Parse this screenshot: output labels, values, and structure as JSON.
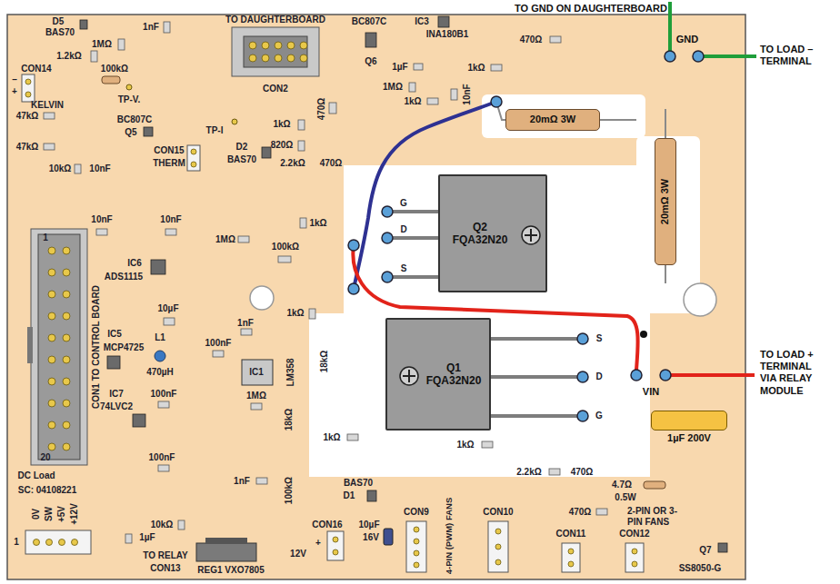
{
  "diagram": {
    "nodes": [
      {
        "text": [
          "Q2",
          "FQA32N20"
        ]
      },
      {
        "text": [
          "Q1",
          "FQA32N20"
        ]
      },
      {
        "text": [
          "20mΩ 3W"
        ]
      },
      {
        "text": [
          "20mΩ 3W"
        ]
      },
      {
        "text": [
          "1µF 200V"
        ]
      }
    ],
    "labels": [
      "TO GND ON DAUGHTERBOARD",
      "GND",
      "TO LOAD – TERMINAL",
      "TO LOAD + TERMINAL VIA RELAY MODULE",
      "VIN",
      "D5",
      "BAS70",
      "1MΩ",
      "1nF",
      "1.2kΩ",
      "CON14",
      "100kΩ",
      "–",
      "+",
      "KELVIN",
      "TP-V.",
      "BC807C",
      "Q5",
      "TO DAUGHTERBOARD",
      "CON2",
      "TP-I",
      "1kΩ",
      "820Ω",
      "470Ω",
      "BC807C",
      "Q6",
      "IC3",
      "INA180B1",
      "470Ω",
      "1µF",
      "1MΩ",
      "1kΩ",
      "1kΩ",
      "10nF",
      "47kΩ",
      "47kΩ",
      "CON15",
      "THERM",
      "10kΩ",
      "10nF",
      "D2",
      "BAS70",
      "2.2kΩ",
      "470Ω",
      "G",
      "D",
      "S",
      "10nF",
      "10nF",
      "1kΩ",
      "1MΩ",
      "100kΩ",
      "IC6",
      "ADS1115",
      "10µF",
      "1kΩ",
      "1nF",
      "100nF",
      "IC5",
      "MCP4725",
      "L1",
      "470µH",
      "IC1",
      "LM358",
      "18kΩ",
      "100nF",
      "1MΩ",
      "IC7",
      "74LVC2",
      "18kΩ",
      "1kΩ",
      "1kΩ",
      "DC Load",
      "SC: 04108221",
      "100nF",
      "1nF",
      "100kΩ",
      "BAS70",
      "D1",
      "2.2kΩ",
      "470Ω",
      "4.7Ω",
      "0.5W",
      "470Ω",
      "2-PIN OR 3-PIN FANS",
      "10kΩ",
      "0V",
      "SW",
      "+5V",
      "+12V",
      "1",
      "1µF",
      "TO RELAY",
      "CON13",
      "REG1 VXO7805",
      "CON16",
      "10µF",
      "16V",
      "12V",
      "+",
      "CON9",
      "4-PIN (PWM) FANS",
      "CON10",
      "CON11",
      "CON12",
      "Q7",
      "SS8050-G",
      "1",
      "20",
      "CON1 TO CONTROL BOARD",
      "S",
      "D",
      "G"
    ]
  }
}
